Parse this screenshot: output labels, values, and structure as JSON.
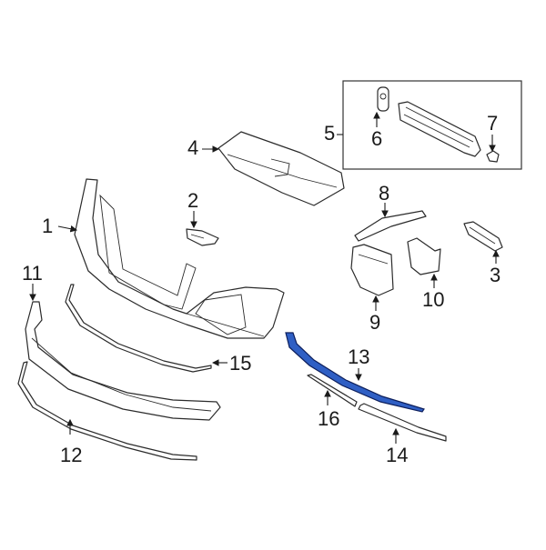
{
  "diagram": {
    "type": "exploded-parts-diagram",
    "subject": "Front bumper cover assembly",
    "highlight_color": "#2f5fc4",
    "highlighted_part": "13",
    "inset": {
      "contains": [
        "5",
        "6",
        "7"
      ]
    },
    "callouts": [
      {
        "id": "1",
        "label": "1"
      },
      {
        "id": "2",
        "label": "2"
      },
      {
        "id": "3",
        "label": "3"
      },
      {
        "id": "4",
        "label": "4"
      },
      {
        "id": "5",
        "label": "5"
      },
      {
        "id": "6",
        "label": "6"
      },
      {
        "id": "7",
        "label": "7"
      },
      {
        "id": "8",
        "label": "8"
      },
      {
        "id": "9",
        "label": "9"
      },
      {
        "id": "10",
        "label": "10"
      },
      {
        "id": "11",
        "label": "11"
      },
      {
        "id": "12",
        "label": "12"
      },
      {
        "id": "13",
        "label": "13"
      },
      {
        "id": "14",
        "label": "14"
      },
      {
        "id": "15",
        "label": "15"
      },
      {
        "id": "16",
        "label": "16"
      }
    ]
  }
}
